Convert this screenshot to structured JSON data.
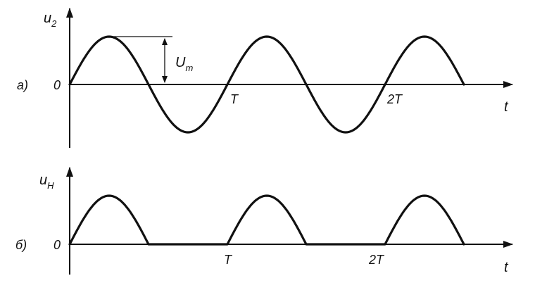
{
  "figure": {
    "panel_a": {
      "label": "а)",
      "y_axis_symbol": "u",
      "y_axis_subscript": "2",
      "origin": "0",
      "x_axis_symbol": "t",
      "tick_T": "T",
      "tick_2T": "2T",
      "amplitude_symbol": "U",
      "amplitude_subscript": "m",
      "waveform": "full sine wave"
    },
    "panel_b": {
      "label": "б)",
      "y_axis_symbol": "u",
      "y_axis_subscript": "H",
      "origin": "0",
      "x_axis_symbol": "t",
      "tick_T": "T",
      "tick_2T": "2T",
      "waveform": "half-wave rectified sine"
    },
    "colors": {
      "ink": "#111111",
      "background": "#ffffff"
    }
  }
}
